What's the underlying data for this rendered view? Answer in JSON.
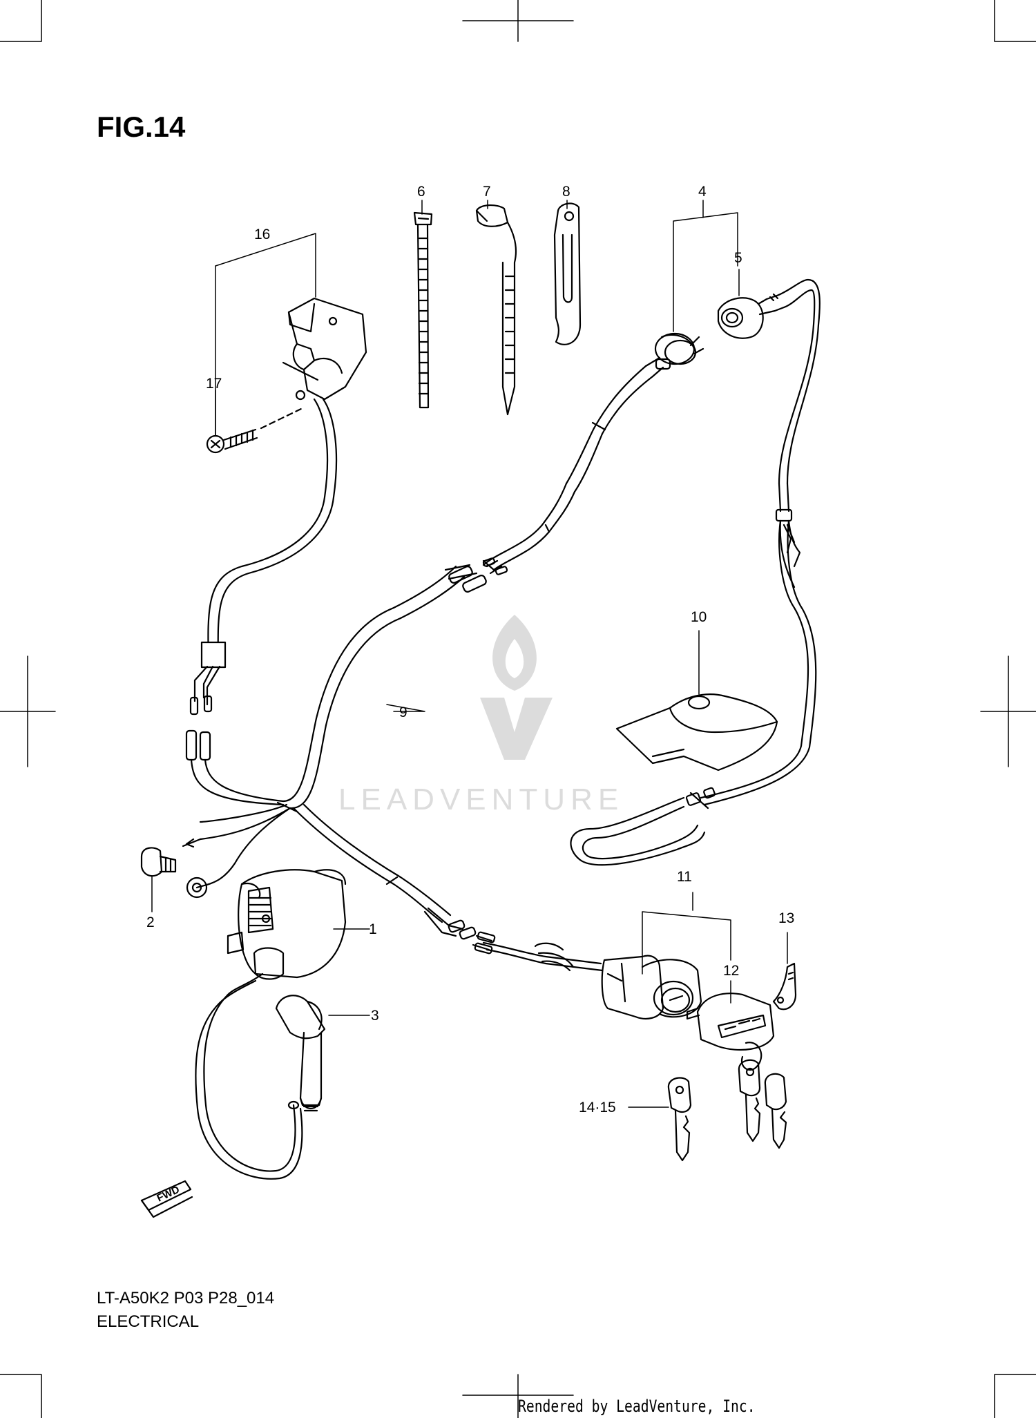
{
  "figure": {
    "title": "FIG.14",
    "model_code": "LT-A50K2 P03 P28_014",
    "caption": "ELECTRICAL"
  },
  "watermark": {
    "text": "LEADVENTURE",
    "color": "#d9d9d9"
  },
  "footer": {
    "rendered_by": "Rendered by LeadVenture, Inc."
  },
  "callouts": [
    "1",
    "2",
    "3",
    "4",
    "5",
    "6",
    "7",
    "8",
    "9",
    "10",
    "11",
    "12",
    "13",
    "14·15",
    "16",
    "17"
  ],
  "icons": {
    "forward_arrow": "FWD"
  },
  "colors": {
    "line": "#000000",
    "background": "#ffffff"
  }
}
